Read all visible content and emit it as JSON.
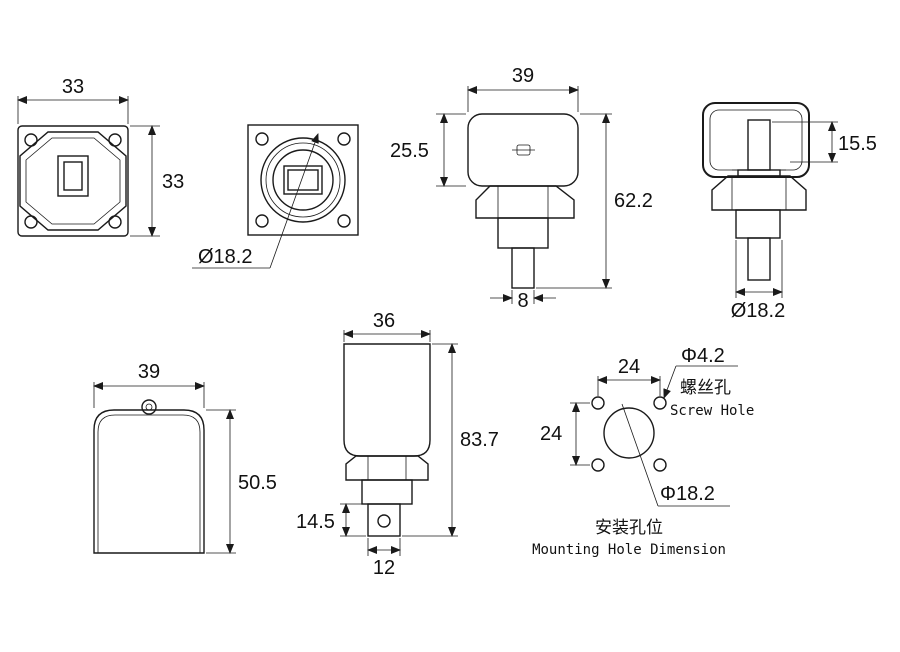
{
  "views": {
    "square_front": {
      "width": "33",
      "height": "33"
    },
    "flange_front": {
      "diameter": "Ø18.2"
    },
    "side": {
      "width": "39",
      "head_height": "25.5",
      "total_height": "62.2",
      "shaft_width": "8"
    },
    "side_right": {
      "head_height": "15.5",
      "diameter": "Ø18.2"
    },
    "cover": {
      "width": "39",
      "height": "50.5"
    },
    "long_side": {
      "width": "36",
      "total_height": "83.7",
      "shaft_height": "14.5",
      "shaft_width": "12"
    }
  },
  "mounting": {
    "spacing_x": "24",
    "spacing_y": "24",
    "screw_diameter": "Φ4.2",
    "screw_label_cn": "螺丝孔",
    "screw_label_en": "Screw Hole",
    "center_diameter": "Φ18.2",
    "title_cn": "安装孔位",
    "title_en": "Mounting Hole Dimension"
  }
}
